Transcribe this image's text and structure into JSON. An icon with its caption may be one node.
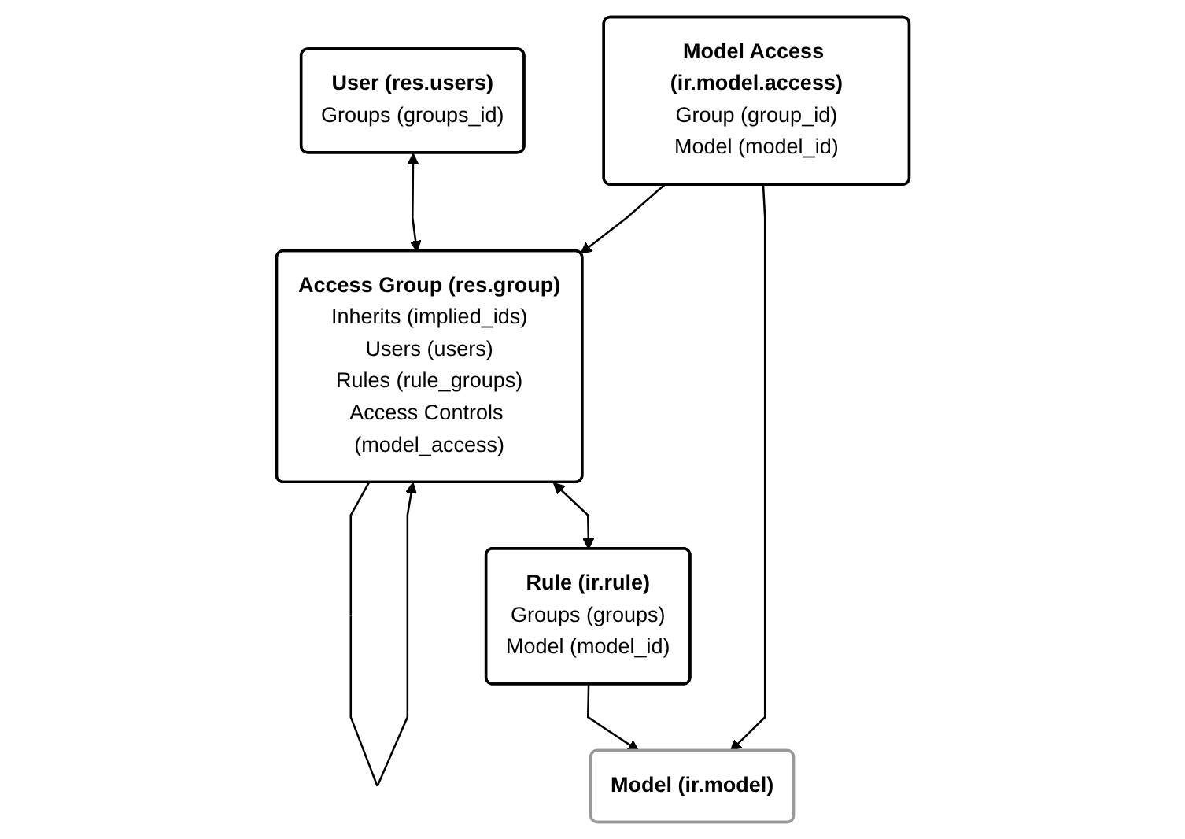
{
  "diagram": {
    "nodes": [
      {
        "text": [
          "User (res.users)",
          "Groups (groups_id)"
        ]
      },
      {
        "text": [
          "Access Group (res.group)",
          "Inherits (implied_ids)",
          "Users (users)",
          "Rules (rule_groups)",
          "Access Controls (model_access)"
        ]
      },
      {
        "text": [
          "Rule (ir.rule)",
          "Groups (groups)",
          "Model (model_id)"
        ]
      },
      {
        "text": [
          "Model Access (ir.model.access)",
          "Group (group_id)",
          "Model (model_id)"
        ]
      },
      {
        "text": [
          "Model (ir.model)"
        ]
      }
    ],
    "edges": [
      {
        "from": 0,
        "to": 1,
        "arrow": "both"
      },
      {
        "from": 1,
        "to": 1,
        "arrow": "to"
      },
      {
        "from": 1,
        "to": 2,
        "arrow": "both"
      },
      {
        "from": 3,
        "to": 1,
        "arrow": "to"
      },
      {
        "from": 2,
        "to": 4,
        "arrow": "to"
      },
      {
        "from": 3,
        "to": 4,
        "arrow": "to"
      }
    ]
  }
}
